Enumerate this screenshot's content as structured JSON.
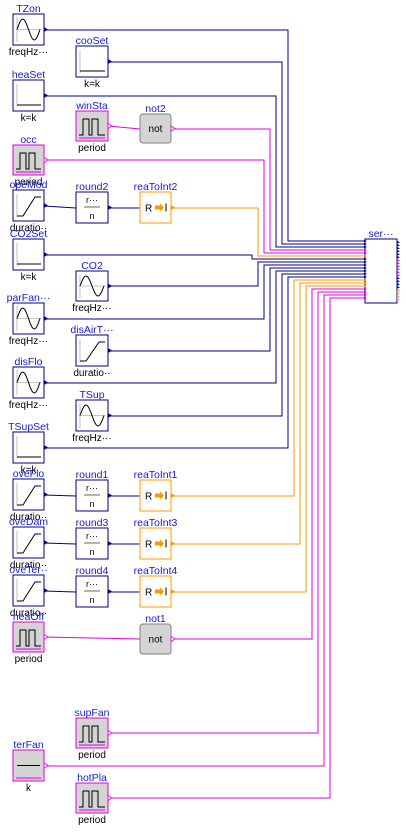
{
  "blocks": [
    {
      "id": "TZon",
      "title": "TZon",
      "param": "freqHz···",
      "icon": "sine"
    },
    {
      "id": "cooSet",
      "title": "cooSet",
      "param": "k=k",
      "icon": "const"
    },
    {
      "id": "heaSet",
      "title": "heaSet",
      "param": "k=k",
      "icon": "const"
    },
    {
      "id": "winSta",
      "title": "winSta",
      "param": "period",
      "icon": "pulse-bool"
    },
    {
      "id": "not2",
      "title": "not2",
      "param": "",
      "icon": "not",
      "text": "not"
    },
    {
      "id": "occ",
      "title": "occ",
      "param": "period",
      "icon": "pulse-bool"
    },
    {
      "id": "opeMod",
      "title": "opeMod",
      "param": "duratio··",
      "icon": "ramp"
    },
    {
      "id": "round2",
      "title": "round2",
      "param": "",
      "icon": "round",
      "inner_top": "r···",
      "inner_bottom": "n"
    },
    {
      "id": "reaToInt2",
      "title": "reaToInt2",
      "param": "",
      "icon": "reatoint",
      "text": "R"
    },
    {
      "id": "CO2Set",
      "title": "CO2Set",
      "param": "k=k",
      "icon": "const"
    },
    {
      "id": "CO2",
      "title": "CO2",
      "param": "freqHz···",
      "icon": "sine"
    },
    {
      "id": "parFan",
      "title": "parFan···",
      "param": "freqHz···",
      "icon": "sine"
    },
    {
      "id": "disAirT",
      "title": "disAirT···",
      "param": "duratio··",
      "icon": "ramp"
    },
    {
      "id": "disFlo",
      "title": "disFlo",
      "param": "freqHz···",
      "icon": "sine"
    },
    {
      "id": "TSup",
      "title": "TSup",
      "param": "freqHz···",
      "icon": "sine"
    },
    {
      "id": "TSupSet",
      "title": "TSupSet",
      "param": "k=k",
      "icon": "const"
    },
    {
      "id": "oveFlo",
      "title": "oveFlo",
      "param": "duratio··",
      "icon": "ramp"
    },
    {
      "id": "round1",
      "title": "round1",
      "param": "",
      "icon": "round",
      "inner_top": "r···",
      "inner_bottom": "n"
    },
    {
      "id": "reaToInt1",
      "title": "reaToInt1",
      "param": "",
      "icon": "reatoint",
      "text": "R"
    },
    {
      "id": "oveDam",
      "title": "oveDam",
      "param": "duratio··",
      "icon": "ramp"
    },
    {
      "id": "round3",
      "title": "round3",
      "param": "",
      "icon": "round",
      "inner_top": "r···",
      "inner_bottom": "n"
    },
    {
      "id": "reaToInt3",
      "title": "reaToInt3",
      "param": "",
      "icon": "reatoint",
      "text": "R"
    },
    {
      "id": "oveTer",
      "title": "oveTer··",
      "param": "duratio··",
      "icon": "ramp"
    },
    {
      "id": "round4",
      "title": "round4",
      "param": "",
      "icon": "round",
      "inner_top": "r···",
      "inner_bottom": "n"
    },
    {
      "id": "reaToInt4",
      "title": "reaToInt4",
      "param": "",
      "icon": "reatoint",
      "text": "R"
    },
    {
      "id": "heaOff",
      "title": "heaOff",
      "param": "period",
      "icon": "pulse-bool"
    },
    {
      "id": "not1",
      "title": "not1",
      "param": "",
      "icon": "not",
      "text": "not"
    },
    {
      "id": "supFan",
      "title": "supFan",
      "param": "period",
      "icon": "pulse-bool"
    },
    {
      "id": "terFan",
      "title": "terFan",
      "param": "k",
      "icon": "const-bool"
    },
    {
      "id": "hotPla",
      "title": "hotPla",
      "param": "period",
      "icon": "pulse-bool"
    },
    {
      "id": "ser",
      "title": "ser···",
      "param": "",
      "icon": "ser"
    }
  ],
  "colors": {
    "real_wire": "#000080",
    "bool_wire": "#e000e0",
    "int_wire": "#ff9900",
    "title_text": "#1a1ad0"
  }
}
